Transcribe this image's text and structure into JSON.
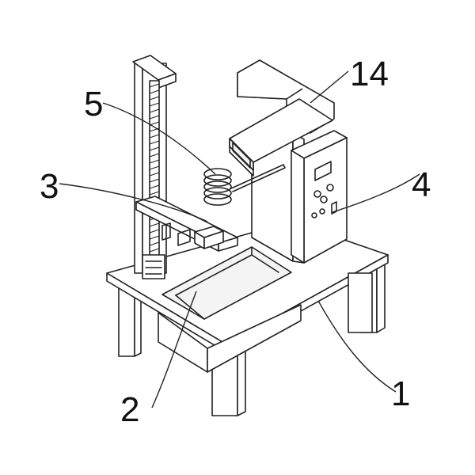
{
  "callouts": {
    "c14": "14",
    "c5": "5",
    "c3": "3",
    "c4": "4",
    "c2": "2",
    "c1": "1"
  }
}
